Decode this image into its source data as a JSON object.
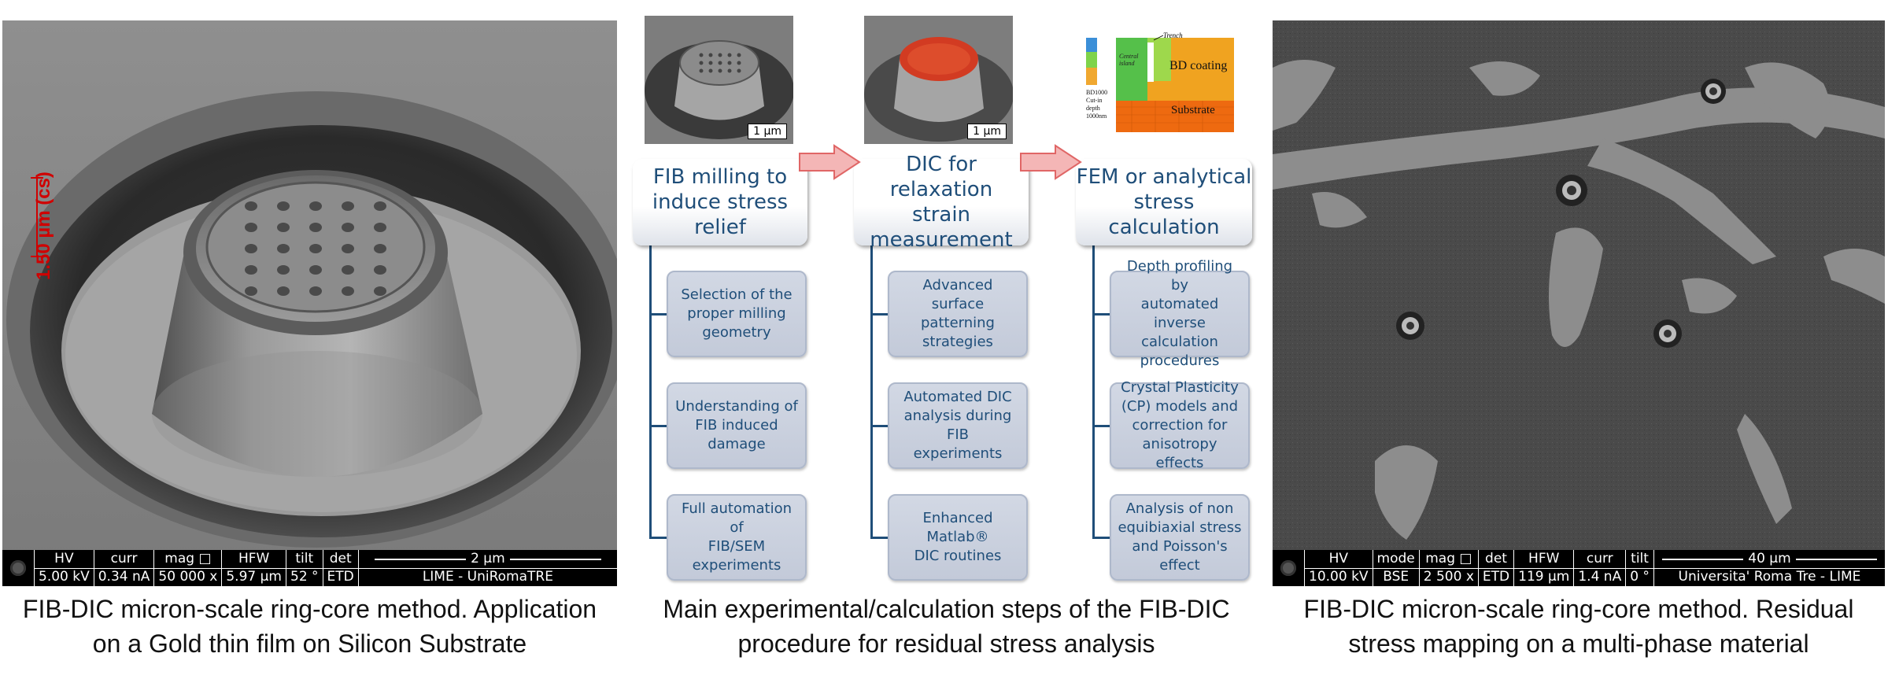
{
  "left_panel": {
    "measure_label": "1.50 µm (cs)",
    "meta": [
      {
        "h": "HV",
        "v": "5.00 kV"
      },
      {
        "h": "curr",
        "v": "0.34 nA"
      },
      {
        "h": "mag □",
        "v": "50 000 x"
      },
      {
        "h": "HFW",
        "v": "5.97 µm"
      },
      {
        "h": "tilt",
        "v": "52 °"
      },
      {
        "h": "det",
        "v": "ETD"
      }
    ],
    "scale_label": "2 µm",
    "institution": "LIME - UniRomaTRE",
    "caption_line1": "FIB-DIC micron-scale ring-core method. Application",
    "caption_line2": "on a Gold thin film on Silicon Substrate"
  },
  "right_panel": {
    "meta": [
      {
        "h": "HV",
        "v": "10.00 kV"
      },
      {
        "h": "mode",
        "v": "BSE"
      },
      {
        "h": "mag □",
        "v": "2 500 x"
      },
      {
        "h": "det",
        "v": "ETD"
      },
      {
        "h": "HFW",
        "v": "119 µm"
      },
      {
        "h": "curr",
        "v": "1.4 nA"
      },
      {
        "h": "tilt",
        "v": "0 °"
      }
    ],
    "scale_label": "40 µm",
    "institution": "Universita' Roma Tre -  LIME",
    "caption_line1": "FIB-DIC micron-scale ring-core method. Residual",
    "caption_line2": "stress mapping on a multi-phase material"
  },
  "flow": {
    "thumb_scale": "1 µm",
    "fem_thumb": {
      "trench": "Trench",
      "central_island_1": "Central",
      "central_island_2": "island",
      "coating": "BD coating",
      "substrate": "Substrate",
      "depth_1": "BD1000",
      "depth_2": "Cut-in",
      "depth_3": "depth",
      "depth_4": "1000nm"
    },
    "columns": [
      {
        "title_lines": [
          "FIB milling to",
          "induce stress",
          "relief"
        ],
        "items": [
          [
            "Selection of the",
            "proper milling",
            "geometry"
          ],
          [
            "Understanding of",
            "FIB induced",
            "damage"
          ],
          [
            "Full automation of",
            "FIB/SEM",
            "experiments"
          ]
        ]
      },
      {
        "title_lines": [
          "DIC for relaxation",
          "strain",
          "measurement"
        ],
        "items": [
          [
            "Advanced surface",
            "patterning",
            "strategies"
          ],
          [
            "Automated DIC",
            "analysis during FIB",
            "experiments"
          ],
          [
            "Enhanced Matlab®",
            "DIC routines"
          ]
        ]
      },
      {
        "title_lines": [
          "FEM or analytical",
          "stress calculation"
        ],
        "items": [
          [
            "Depth profiling by",
            "automated inverse",
            "calculation",
            "procedures"
          ],
          [
            "Crystal Plasticity",
            "(CP) models and",
            "correction for",
            "anisotropy effects"
          ],
          [
            "Analysis of non",
            "equibiaxial stress",
            "and Poisson's",
            "effect"
          ]
        ]
      }
    ],
    "caption_line1": "Main experimental/calculation steps of the FIB-DIC",
    "caption_line2": "procedure for residual stress analysis"
  },
  "colors": {
    "title_text": "#1f4e79",
    "arrow_fill": "#f4b6b6",
    "arrow_stroke": "#e06666",
    "measure_red": "#d00000"
  }
}
